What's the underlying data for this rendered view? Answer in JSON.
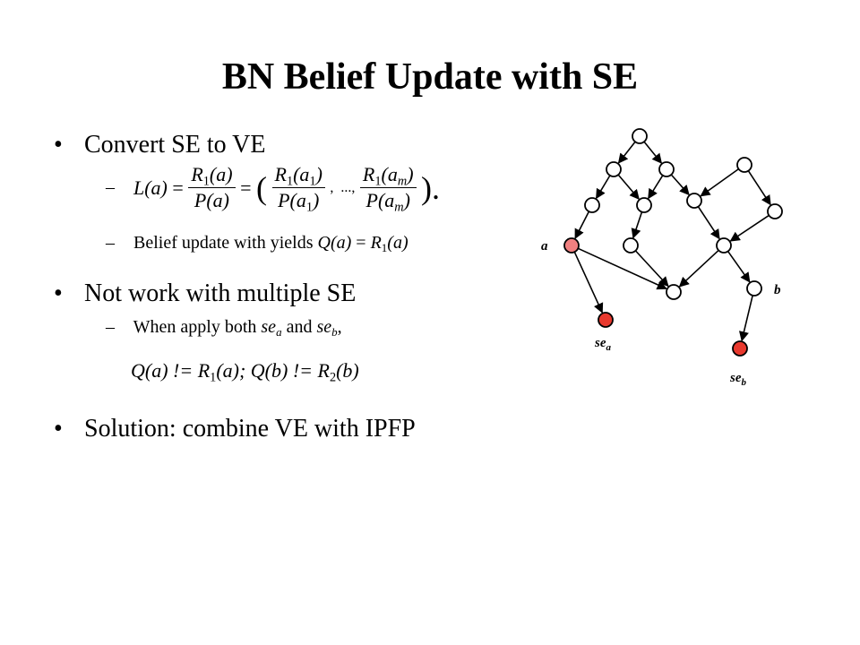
{
  "slide": {
    "title": "BN Belief Update with SE",
    "bullet_glyph": "•",
    "dash_glyph": "–",
    "bullets": [
      {
        "text": "Convert SE to VE"
      },
      {
        "text": "Not work with multiple SE"
      },
      {
        "text": "Solution: combine VE with IPFP"
      }
    ],
    "formula": {
      "lhs": "L(a)",
      "eq": "=",
      "frac1_num": "R",
      "frac1_num_sub": "1",
      "frac1_num_arg": "(a)",
      "frac1_den": "P(a)",
      "paren_open": "(",
      "frac2_num": "R",
      "frac2_num_sub": "1",
      "frac2_num_arg": "(a",
      "frac2_num_arg_sub": "1",
      "frac2_num_close": ")",
      "frac2_den": "P(a",
      "frac2_den_sub": "1",
      "frac2_den_close": ")",
      "sep": ",  ...,",
      "frac3_num": "R",
      "frac3_num_sub": "1",
      "frac3_num_arg": "(a",
      "frac3_num_arg_sub": "m",
      "frac3_num_close": ")",
      "frac3_den": "P(a",
      "frac3_den_sub": "m",
      "frac3_den_close": ")",
      "paren_close": ")."
    },
    "sub_belief": {
      "prefix": "Belief update with yields ",
      "q": "Q",
      "arg1": "(a)",
      "eq": " = ",
      "r": "R",
      "r_sub": "1",
      "arg2": "(a)"
    },
    "sub_apply": {
      "prefix": "When apply both ",
      "se1": "se",
      "se1_sub": "a",
      "mid": " and ",
      "se2": "se",
      "se2_sub": "b",
      "suffix": ","
    },
    "ineq": {
      "q1": "Q(a) != R",
      "r1_sub": "1",
      "a1": "(a); ",
      "q2": "Q(b) != R",
      "r2_sub": "2",
      "a2": "(b)"
    }
  },
  "graph": {
    "node_fill_default": "#ffffff",
    "node_fill_evidence_var": "#f08080",
    "node_fill_soft_evidence": "#e8392e",
    "label_a": "a",
    "label_b": "b",
    "label_sea": "se",
    "label_sea_sub": "a",
    "label_seb": "se",
    "label_seb_sub": "b"
  }
}
